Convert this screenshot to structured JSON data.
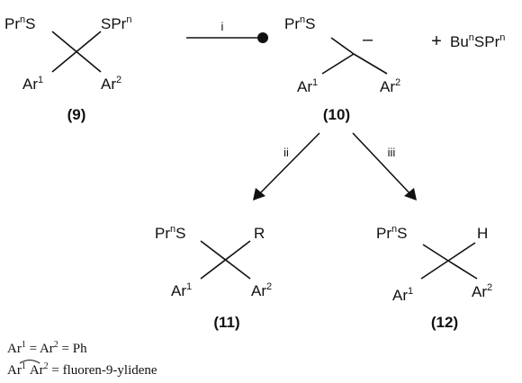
{
  "compounds": {
    "c9": {
      "label": "(9)",
      "top_left": {
        "base": "Pr",
        "sup": "n",
        "tail": "S"
      },
      "top_right": {
        "base": "SPr",
        "sup": "n",
        "tail": ""
      },
      "bottom_left": {
        "base": "Ar",
        "sup": "1",
        "tail": ""
      },
      "bottom_right": {
        "base": "Ar",
        "sup": "2",
        "tail": ""
      }
    },
    "c10": {
      "label": "(10)",
      "top_left": {
        "base": "Pr",
        "sup": "n",
        "tail": "S"
      },
      "charge": "–",
      "bottom_left": {
        "base": "Ar",
        "sup": "1",
        "tail": ""
      },
      "bottom_right": {
        "base": "Ar",
        "sup": "2",
        "tail": ""
      }
    },
    "plus": "+",
    "byproduct": {
      "a": "Bu",
      "a_sup": "n",
      "b": "SPr",
      "b_sup": "n"
    },
    "c11": {
      "label": "(11)",
      "top_left": {
        "base": "Pr",
        "sup": "n",
        "tail": "S"
      },
      "top_right": {
        "base": "R",
        "sup": "",
        "tail": ""
      },
      "bottom_left": {
        "base": "Ar",
        "sup": "1",
        "tail": ""
      },
      "bottom_right": {
        "base": "Ar",
        "sup": "2",
        "tail": ""
      }
    },
    "c12": {
      "label": "(12)",
      "top_left": {
        "base": "Pr",
        "sup": "n",
        "tail": "S"
      },
      "top_right": {
        "base": "H",
        "sup": "",
        "tail": ""
      },
      "bottom_left": {
        "base": "Ar",
        "sup": "1",
        "tail": ""
      },
      "bottom_right": {
        "base": "Ar",
        "sup": "2",
        "tail": ""
      }
    }
  },
  "reagents": {
    "step1": "i",
    "step2": "ii",
    "step3": "iii"
  },
  "footnotes": {
    "line1": {
      "pre": "Ar",
      "s1": "1",
      "mid": " = Ar",
      "s2": "2",
      "post": " = Ph"
    },
    "line2": {
      "pre": "Ar",
      "s1": "1",
      "mid": "Ar",
      "s2": "2",
      "post": " = fluoren-9-ylidene"
    }
  }
}
